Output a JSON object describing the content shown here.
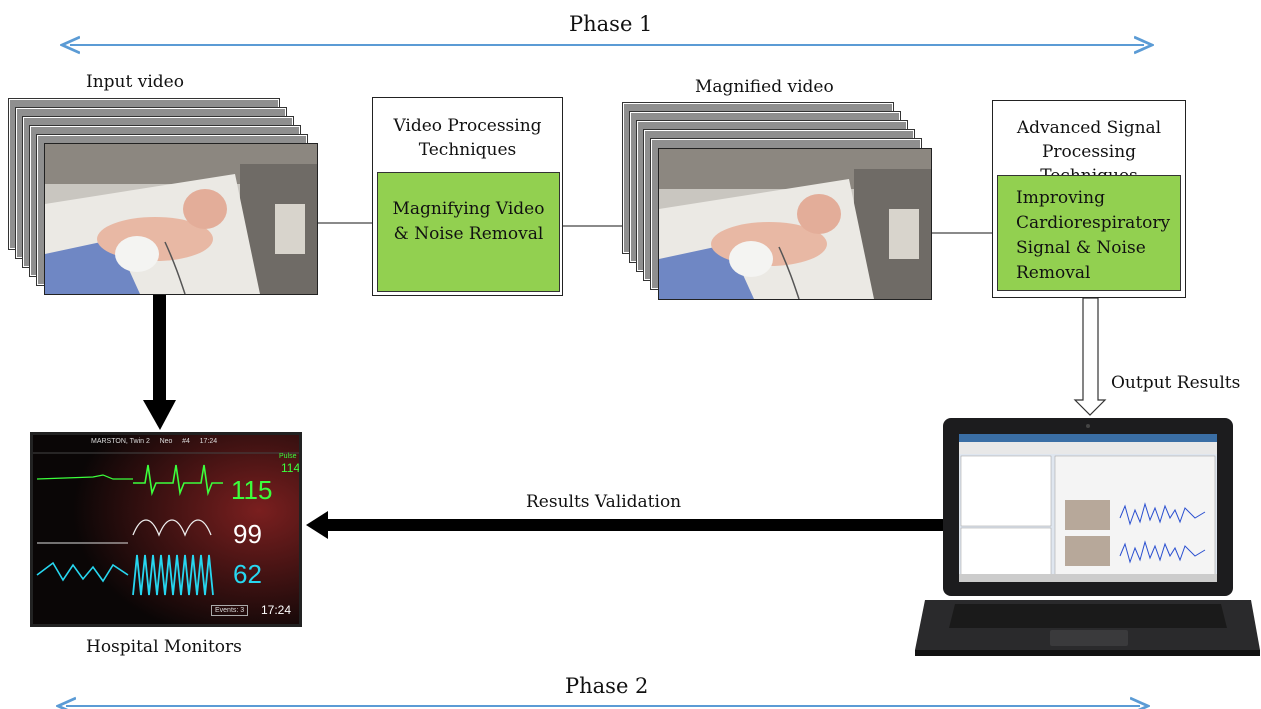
{
  "phase1": {
    "label": "Phase 1"
  },
  "phase2": {
    "label": "Phase 2"
  },
  "input_video": {
    "label": "Input video"
  },
  "magnified_video": {
    "label": "Magnified video"
  },
  "video_processing": {
    "title_line1": "Video Processing",
    "title_line2": "Techniques",
    "inner_line1": "Magnifying Video",
    "inner_line2": "& Noise Removal"
  },
  "signal_processing": {
    "title_line1": "Advanced Signal",
    "title_line2": "Processing Techniques",
    "inner_line1": "Improving",
    "inner_line2": "Cardiorespiratory",
    "inner_line3": "Signal & Noise",
    "inner_line4": "Removal"
  },
  "output_results": {
    "label": "Output Results"
  },
  "results_validation": {
    "label": "Results Validation"
  },
  "hospital_monitors": {
    "label": "Hospital Monitors",
    "header": "MARSTON, Twin 2     Neo     #4     17:24",
    "pulse_label": "Pulse",
    "pulse_value": "114",
    "hr_value": "115",
    "spo2_value": "99",
    "resp_value": "62",
    "clock": "17:24",
    "events": "Events: 3"
  },
  "colors": {
    "phase_arrow": "#5b9bd5",
    "green_box": "#92d050",
    "hr_green": "#3cff3c",
    "resp_cyan": "#27d7f0"
  }
}
